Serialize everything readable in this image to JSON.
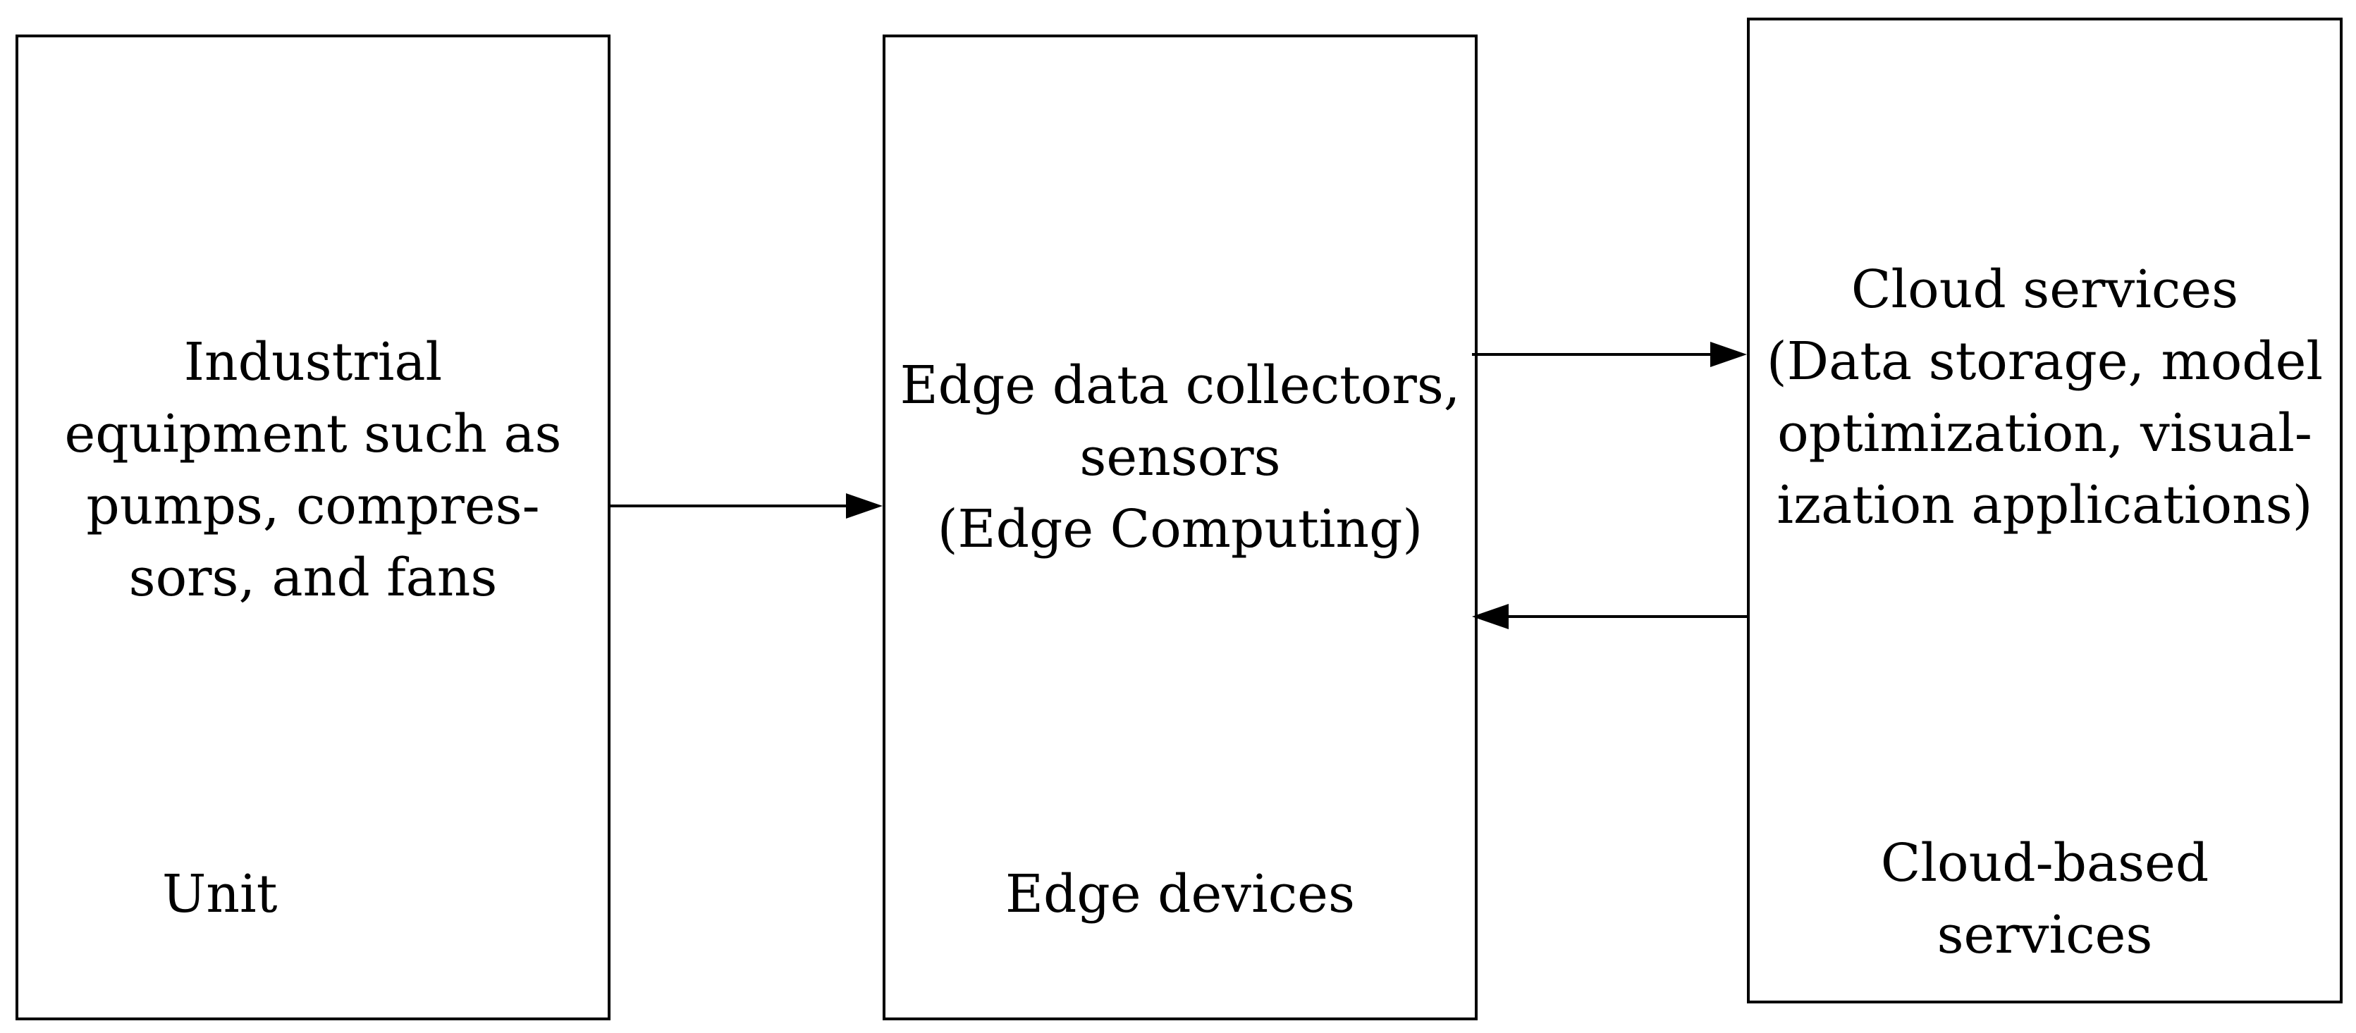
{
  "unit": {
    "description_lines": [
      "Industrial",
      "equipment such as",
      "pumps, compres-",
      "sors, and fans"
    ],
    "label": "Unit"
  },
  "edge": {
    "description_lines": [
      "Edge data collectors,",
      "sensors",
      "(Edge Computing)"
    ],
    "label": "Edge devices"
  },
  "cloud": {
    "description_lines": [
      "Cloud services",
      "(Data storage, model",
      "optimization, visual-",
      "ization applications)"
    ],
    "label_lines": [
      "Cloud-based",
      "services"
    ]
  },
  "colors": {
    "stroke": "#000000",
    "background": "#ffffff"
  }
}
